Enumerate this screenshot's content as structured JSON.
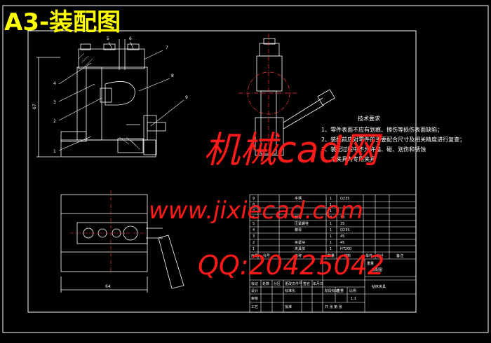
{
  "title": "A3-装配图",
  "watermark": {
    "line1": "机械cad网",
    "line2": "www.jixiecad.com",
    "line3": "QQ:20425042"
  },
  "notes": {
    "heading": "技术要求",
    "items": [
      "1、零件表面不应有划痕、擦伤等损伤表面缺陷；",
      "2、装配前应对零件的主要配合尺寸及相关精度进行复查；",
      "3、装配过程中不允许磕、碰、划伤和锈蚀",
      "4、本夹具为专用夹具"
    ]
  },
  "callouts": [
    "4",
    "5",
    "6",
    "7",
    "8",
    "3",
    "2",
    "1",
    "9"
  ],
  "dims": {
    "left": "67",
    "bottom": "64"
  },
  "bom": [
    {
      "no": "9",
      "name": "手柄",
      "qty": "1",
      "mat": "Q235"
    },
    {
      "no": "8",
      "name": "",
      "qty": "1",
      "mat": ""
    },
    {
      "no": "7",
      "name": "",
      "qty": "1",
      "mat": ""
    },
    {
      "no": "6",
      "name": "销钉",
      "qty": "4",
      "mat": "T8"
    },
    {
      "no": "5",
      "name": "压紧螺栓",
      "qty": "1",
      "mat": "35"
    },
    {
      "no": "4",
      "name": "螺母",
      "qty": "1",
      "mat": "Q235"
    },
    {
      "no": "3",
      "name": "",
      "qty": "1",
      "mat": "45"
    },
    {
      "no": "2",
      "name": "夹紧块",
      "qty": "1",
      "mat": "45"
    },
    {
      "no": "1",
      "name": "夹具体",
      "qty": "1",
      "mat": "HT200"
    }
  ],
  "bom_header": {
    "no": "序号",
    "code": "代号",
    "name": "名称",
    "qty": "数量",
    "mat": "材料",
    "unit": "单件",
    "total": "总计",
    "weight": "重量",
    "remark": "备注"
  },
  "title_block": {
    "drawing_name": "装配图",
    "labels": [
      "标记",
      "处数",
      "分区",
      "更改文件号",
      "签名",
      "年月日"
    ],
    "roles": [
      "设计",
      "审核",
      "工艺",
      "标准化",
      "批准"
    ],
    "stage_labels": [
      "阶段标记",
      "重量",
      "比例"
    ],
    "scale": "1:1",
    "sheet": "共 张 第 张",
    "org": "钻床夹具"
  },
  "colors": {
    "background": "#000000",
    "lines": "#ffffff",
    "title": "#ffff00",
    "watermark": "#ff1a1a",
    "center": "#ff3b3b"
  }
}
